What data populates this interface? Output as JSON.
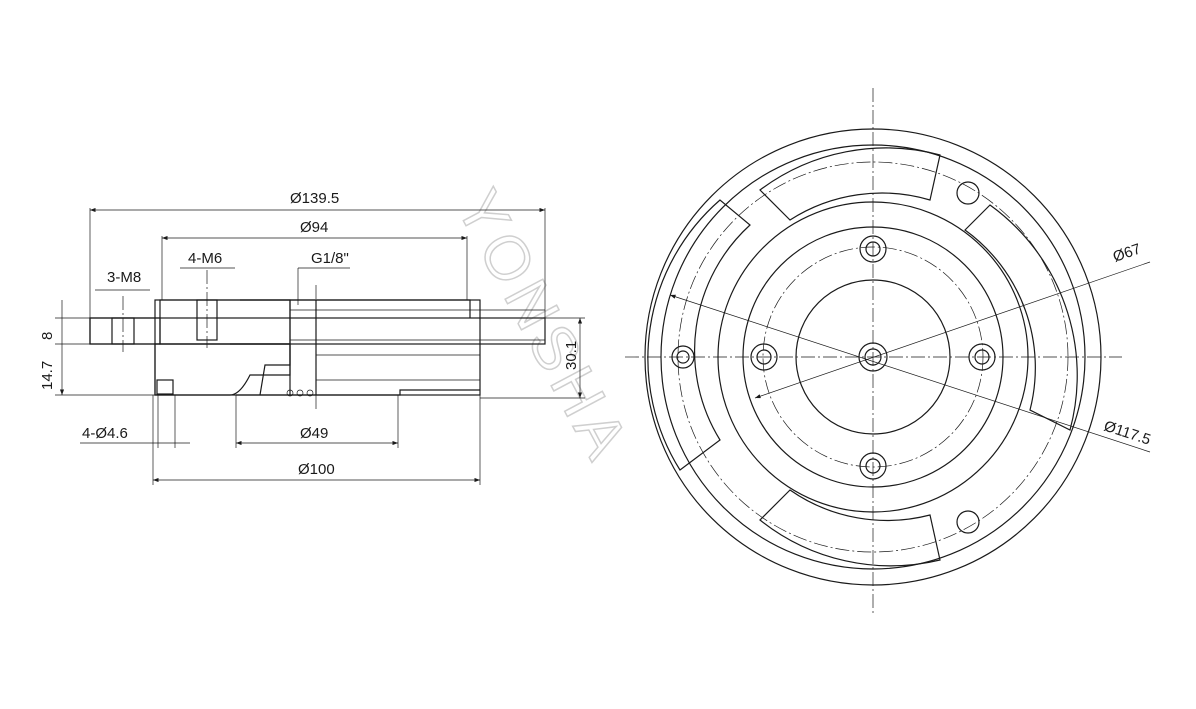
{
  "watermark": "YONSHA",
  "side_view": {
    "dim_overall_dia": "Ø139.5",
    "dim_bolt_circle": "Ø94",
    "dim_tapped_holes": "4-M6",
    "dim_port": "G1/8\"",
    "dim_flange_threads": "3-M8",
    "dim_flange_thickness": "8",
    "dim_height_lower": "14.7",
    "dim_total_height": "30.1",
    "dim_mount_holes": "4-Ø4.6",
    "dim_bore_dia": "Ø49",
    "dim_body_dia": "Ø100"
  },
  "front_view": {
    "dim_inner_circle": "Ø67",
    "dim_outer_circle": "Ø117.5"
  }
}
